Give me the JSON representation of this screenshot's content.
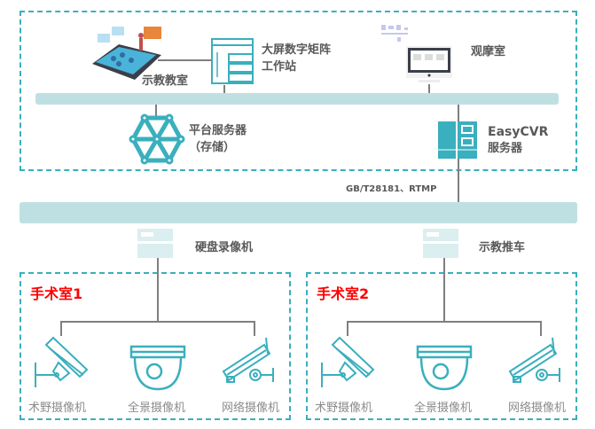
{
  "top": {
    "classroom": "示教教室",
    "workstation": [
      "大屏数字矩阵",
      "工作站"
    ],
    "observation": "观摩室",
    "platform_server": [
      "平台服务器",
      "（存储）"
    ],
    "easycvr": [
      "EasyCVR",
      "服务器"
    ]
  },
  "protocol": "GB/T28181、RTMP",
  "nvr": "硬盘录像机",
  "cart": "示教推车",
  "rooms": [
    {
      "title": "手术室1",
      "cameras": [
        "术野摄像机",
        "全景摄像机",
        "网络摄像机"
      ]
    },
    {
      "title": "手术室2",
      "cameras": [
        "术野摄像机",
        "全景摄像机",
        "网络摄像机"
      ]
    }
  ],
  "colors": {
    "accent": "#3aafbd",
    "bus": "#bfe0e2",
    "room_title": "#ff0000"
  }
}
